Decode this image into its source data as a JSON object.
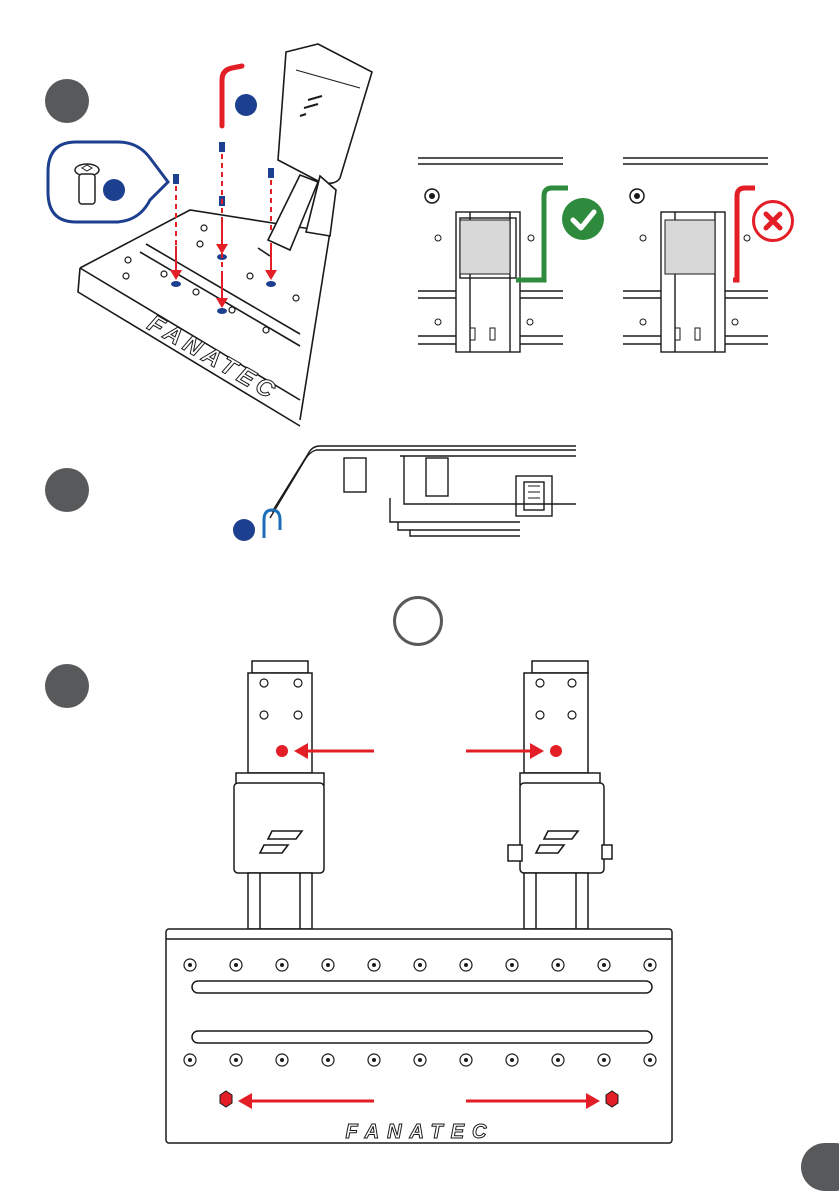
{
  "document": {
    "brand": "FANATEC",
    "steps": [
      {
        "id": "step-1",
        "label": ""
      },
      {
        "id": "step-2",
        "label": ""
      },
      {
        "id": "step-3",
        "label": ""
      }
    ],
    "callout_badges": [
      "",
      "",
      ""
    ],
    "or_marker": "",
    "page_number": "",
    "status": {
      "correct": "correct-mark-icon",
      "incorrect": "incorrect-mark-icon"
    },
    "colors": {
      "step_circle": "#58595b",
      "arrow_red": "#e41e26",
      "badge_blue": "#1d3f8f",
      "correct_green": "#2e8b3d",
      "incorrect_red": "#e41e26",
      "line": "#1a1a1a"
    }
  }
}
